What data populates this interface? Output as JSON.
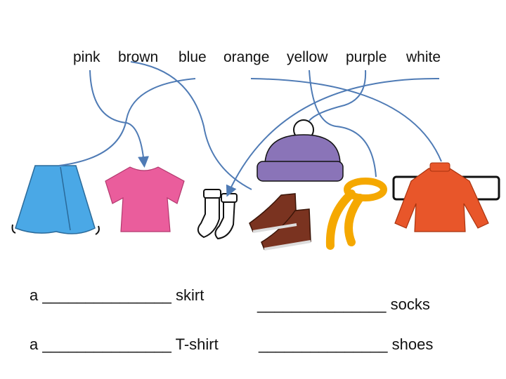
{
  "color_words": [
    "pink",
    "brown",
    "blue",
    "orange",
    "yellow",
    "purple",
    "white"
  ],
  "items": [
    "skirt",
    "T-shirt",
    "socks",
    "shoes",
    "hat",
    "scarf",
    "sweater"
  ],
  "sentences": [
    {
      "prefix": "a",
      "blank": "_______________",
      "noun": "skirt"
    },
    {
      "prefix": "",
      "blank": "_______________",
      "noun": "socks"
    },
    {
      "prefix": "a",
      "blank": "_______________",
      "noun": "T-shirt"
    },
    {
      "prefix": "",
      "blank": "_______________",
      "noun": "shoes"
    }
  ],
  "colors": {
    "line": "#4f7bb5",
    "skirt": "#4aa8e6",
    "tshirt": "#ea5d9c",
    "hat": "#8a74b8",
    "scarf": "#f5a800",
    "sweater": "#e8562a",
    "shoes": "#7a3320"
  }
}
